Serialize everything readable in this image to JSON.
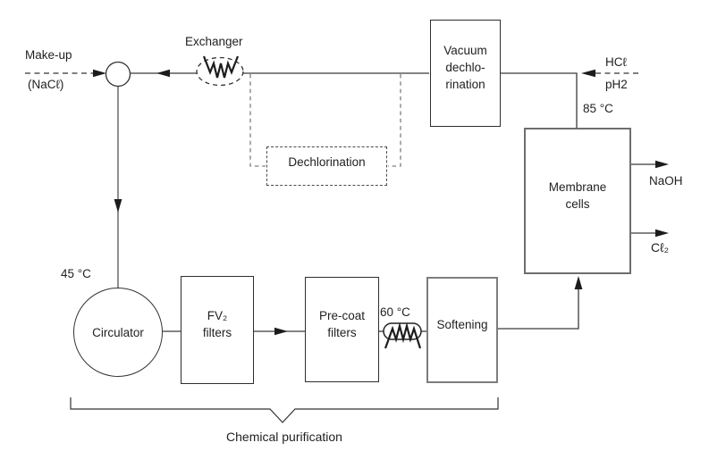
{
  "labels": {
    "make_up": "Make-up",
    "nacl": "(NaCℓ)",
    "exchanger": "Exchanger",
    "hcl": "HCℓ",
    "ph2": "pH2",
    "temp_85": "85 °C",
    "naoh": "NaOH",
    "cl2": "Cℓ₂",
    "temp_45": "45 °C",
    "temp_60": "60 °C",
    "chemical_purification": "Chemical purification"
  },
  "nodes": {
    "vacuum_dechlorination": "Vacuum\ndechlo-\nrination",
    "dechlorination": "Dechlorination",
    "membrane_cells": "Membrane\ncells",
    "circulator": "Circulator",
    "fv2_filters": "FV₂\nfilters",
    "precoat_filters": "Pre-coat\nfilters",
    "softening": "Softening"
  },
  "colors": {
    "line": "#3a3a3a",
    "dashed_line": "#808080",
    "text": "#1f1f1f",
    "background": "#ffffff"
  }
}
